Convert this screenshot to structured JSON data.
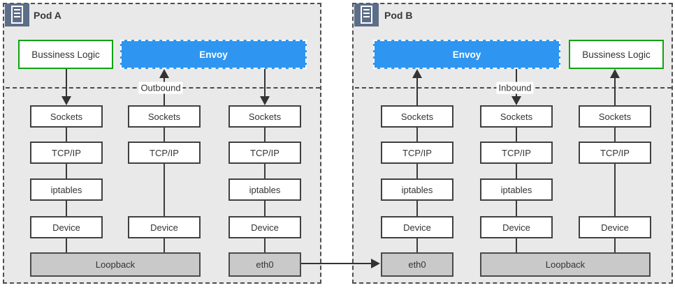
{
  "pods": [
    {
      "title": "Pod A",
      "flow_label": "Outbound",
      "business_logic": "Bussiness Logic",
      "envoy": "Envoy",
      "columns": [
        {
          "boxes": [
            "Sockets",
            "TCP/IP",
            "iptables",
            "Device"
          ]
        },
        {
          "boxes": [
            "Sockets",
            "TCP/IP",
            "Device"
          ]
        },
        {
          "boxes": [
            "Sockets",
            "TCP/IP",
            "iptables",
            "Device"
          ]
        }
      ],
      "bottom": [
        "Loopback",
        "eth0"
      ]
    },
    {
      "title": "Pod B",
      "flow_label": "Inbound",
      "business_logic": "Bussiness Logic",
      "envoy": "Envoy",
      "columns": [
        {
          "boxes": [
            "Sockets",
            "TCP/IP",
            "iptables",
            "Device"
          ]
        },
        {
          "boxes": [
            "Sockets",
            "TCP/IP",
            "iptables",
            "Device"
          ]
        },
        {
          "boxes": [
            "Sockets",
            "TCP/IP",
            "Device"
          ]
        }
      ],
      "bottom": [
        "eth0",
        "Loopback"
      ]
    }
  ],
  "icons": {
    "pod_icon": "server"
  },
  "colors": {
    "envoy_fill": "#2E96F0",
    "business_border": "#12A112",
    "pod_background": "#E9E9E9",
    "interface_box_fill": "#C9C9C9",
    "line": "#333333",
    "pod_icon_background": "#5C6E88"
  }
}
